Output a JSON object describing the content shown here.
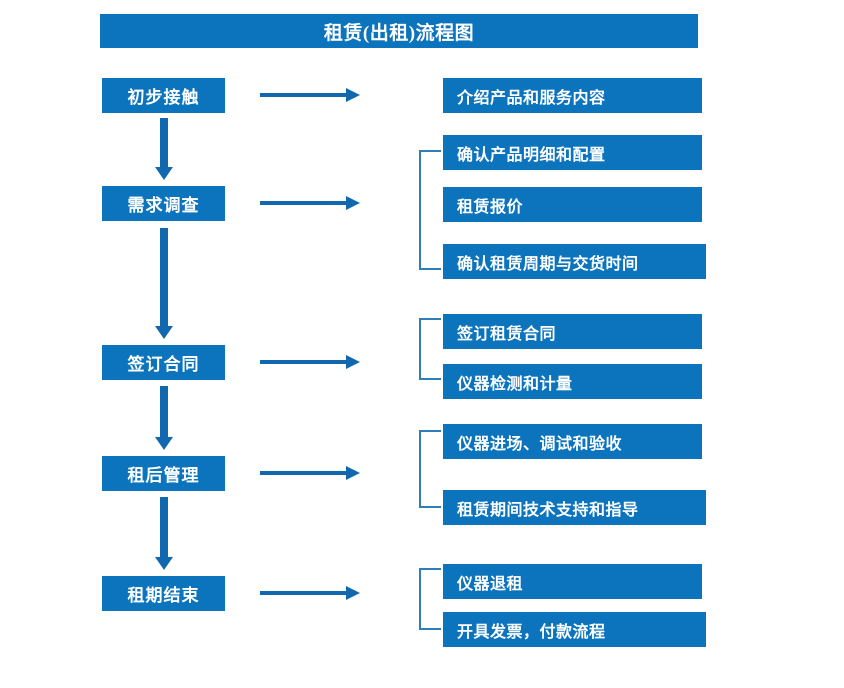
{
  "diagram": {
    "title": "租赁(出租)流程图",
    "colors": {
      "box_fill": "#0c74bd",
      "box_text": "#ffffff",
      "arrow": "#1268ae",
      "bracket": "#2e7ebc",
      "background": "#ffffff"
    },
    "stages": [
      {
        "id": "stage-1",
        "label": "初步接触"
      },
      {
        "id": "stage-2",
        "label": "需求调查"
      },
      {
        "id": "stage-3",
        "label": "签订合同"
      },
      {
        "id": "stage-4",
        "label": "租后管理"
      },
      {
        "id": "stage-5",
        "label": "租期结束"
      }
    ],
    "details": [
      {
        "id": "detail-1-1",
        "label": "介绍产品和服务内容"
      },
      {
        "id": "detail-2-1",
        "label": "确认产品明细和配置"
      },
      {
        "id": "detail-2-2",
        "label": "租赁报价"
      },
      {
        "id": "detail-2-3",
        "label": "确认租赁周期与交货时间"
      },
      {
        "id": "detail-3-1",
        "label": "签订租赁合同"
      },
      {
        "id": "detail-3-2",
        "label": "仪器检测和计量"
      },
      {
        "id": "detail-4-1",
        "label": "仪器进场、调试和验收"
      },
      {
        "id": "detail-4-2",
        "label": "租赁期间技术支持和指导"
      },
      {
        "id": "detail-5-1",
        "label": "仪器退租"
      },
      {
        "id": "detail-5-2",
        "label": "开具发票，付款流程"
      }
    ]
  }
}
